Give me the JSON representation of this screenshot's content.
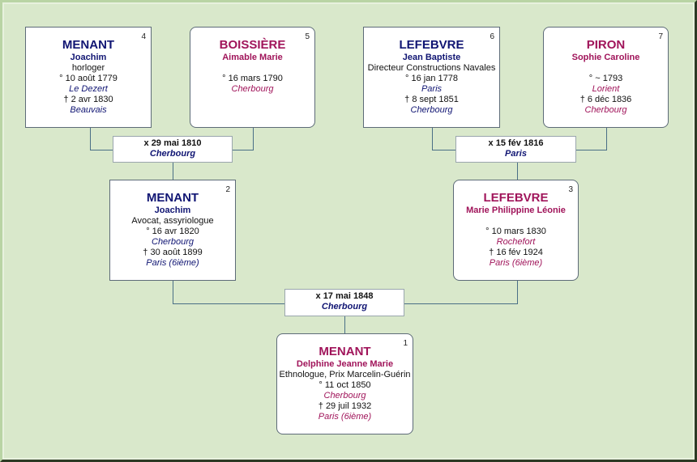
{
  "people": {
    "p4": {
      "num": "4",
      "surname": "MENANT",
      "given": "Joachim",
      "occupation": "horloger",
      "birth": "° 10 août 1779",
      "birth_place": "Le Dezert",
      "death": "† 2 avr 1830",
      "death_place": "Beauvais"
    },
    "p5": {
      "num": "5",
      "surname": "BOISSIÈRE",
      "given": "Aimable Marie",
      "occupation": "",
      "birth": "° 16 mars 1790",
      "birth_place": "Cherbourg",
      "death": "",
      "death_place": ""
    },
    "p6": {
      "num": "6",
      "surname": "LEFEBVRE",
      "given": "Jean Baptiste",
      "occupation": "Directeur Constructions Navales",
      "birth": "° 16 jan 1778",
      "birth_place": "Paris",
      "death": "† 8 sept 1851",
      "death_place": "Cherbourg"
    },
    "p7": {
      "num": "7",
      "surname": "PIRON",
      "given": "Sophie Caroline",
      "occupation": "",
      "birth": "° ~ 1793",
      "birth_place": "Lorient",
      "death": "† 6 déc 1836",
      "death_place": "Cherbourg"
    },
    "p2": {
      "num": "2",
      "surname": "MENANT",
      "given": "Joachim",
      "occupation": "Avocat, assyriologue",
      "birth": "° 16 avr 1820",
      "birth_place": "Cherbourg",
      "death": "† 30 août 1899",
      "death_place": "Paris (6ième)"
    },
    "p3": {
      "num": "3",
      "surname": "LEFEBVRE",
      "given": "Marie Philippine Léonie",
      "occupation": "",
      "birth": "° 10 mars 1830",
      "birth_place": "Rochefort",
      "death": "† 16 fév 1924",
      "death_place": "Paris (6ième)"
    },
    "p1": {
      "num": "1",
      "surname": "MENANT",
      "given": "Delphine Jeanne Marie",
      "occupation": "Ethnologue, Prix Marcelin-Guérin",
      "birth": "° 11 oct 1850",
      "birth_place": "Cherbourg",
      "death": "† 29 juil 1932",
      "death_place": "Paris (6ième)"
    }
  },
  "marriages": {
    "m45": {
      "date": "x 29 mai 1810",
      "place": "Cherbourg"
    },
    "m67": {
      "date": "x 15 fév 1816",
      "place": "Paris"
    },
    "m23": {
      "date": "x 17 mai 1848",
      "place": "Cherbourg"
    }
  },
  "colors": {
    "male": "#101573",
    "female": "#a0145a",
    "background": "#d9e8cb",
    "line": "#4a6f86"
  }
}
